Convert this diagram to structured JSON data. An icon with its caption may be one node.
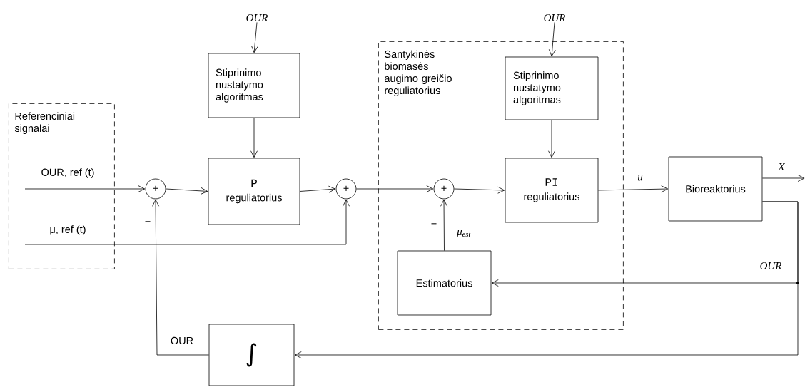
{
  "diagram": {
    "nodes": [
      {
        "text": [
          "Referenciniai signalai"
        ]
      },
      {
        "text": [
          "Stiprinimo nustatymo algoritmas"
        ]
      },
      {
        "text": [
          "P",
          "reguliatorius"
        ]
      },
      {
        "text": [
          "+"
        ]
      },
      {
        "text": [
          "+"
        ]
      },
      {
        "text": [
          "Santykinės biomasės augimo greičio reguliatorius"
        ]
      },
      {
        "text": [
          "Stiprinimo nustatymo algoritmas"
        ],
        "in": 5
      },
      {
        "text": [
          "PI",
          "reguliatorius"
        ],
        "in": 5
      },
      {
        "text": [
          "+"
        ],
        "in": 5
      },
      {
        "text": [
          "Estimatorius"
        ],
        "in": 5
      },
      {
        "text": [
          "Bioreaktorius"
        ]
      },
      {
        "text": [
          "∫"
        ]
      },
      {
        "text": [
          "OUR"
        ]
      },
      {
        "text": [
          "OUR"
        ]
      }
    ],
    "edges": [
      {
        "from": 0,
        "to": 3,
        "arrow": "to",
        "label": "OUR, ref (t)"
      },
      {
        "from": 12,
        "to": 1,
        "arrow": "to"
      },
      {
        "from": 1,
        "to": 2,
        "arrow": "to"
      },
      {
        "from": 3,
        "to": 2,
        "arrow": "to"
      },
      {
        "from": 0,
        "to": 4,
        "arrow": "to",
        "label": "μ, ref (t)"
      },
      {
        "from": 2,
        "to": 4,
        "arrow": "to"
      },
      {
        "from": 4,
        "to": 8,
        "arrow": "to"
      },
      {
        "from": 13,
        "to": 6,
        "arrow": "to"
      },
      {
        "from": 6,
        "to": 7,
        "arrow": "to"
      },
      {
        "from": 8,
        "to": 7,
        "arrow": "to"
      },
      {
        "from": 7,
        "to": 10,
        "arrow": "to",
        "label": "u"
      },
      {
        "from": 10,
        "to": null,
        "arrow": "to",
        "label": "X"
      },
      {
        "from": 9,
        "to": 8,
        "arrow": "to",
        "label": "μ$_{est}$"
      },
      {
        "from": 10,
        "to": 9,
        "arrow": "to",
        "label": "OUR"
      },
      {
        "from": 10,
        "to": 11,
        "arrow": "to"
      },
      {
        "from": 11,
        "to": 3,
        "arrow": "to",
        "label": "OUR"
      }
    ],
    "labels": [
      "−",
      "−"
    ]
  }
}
